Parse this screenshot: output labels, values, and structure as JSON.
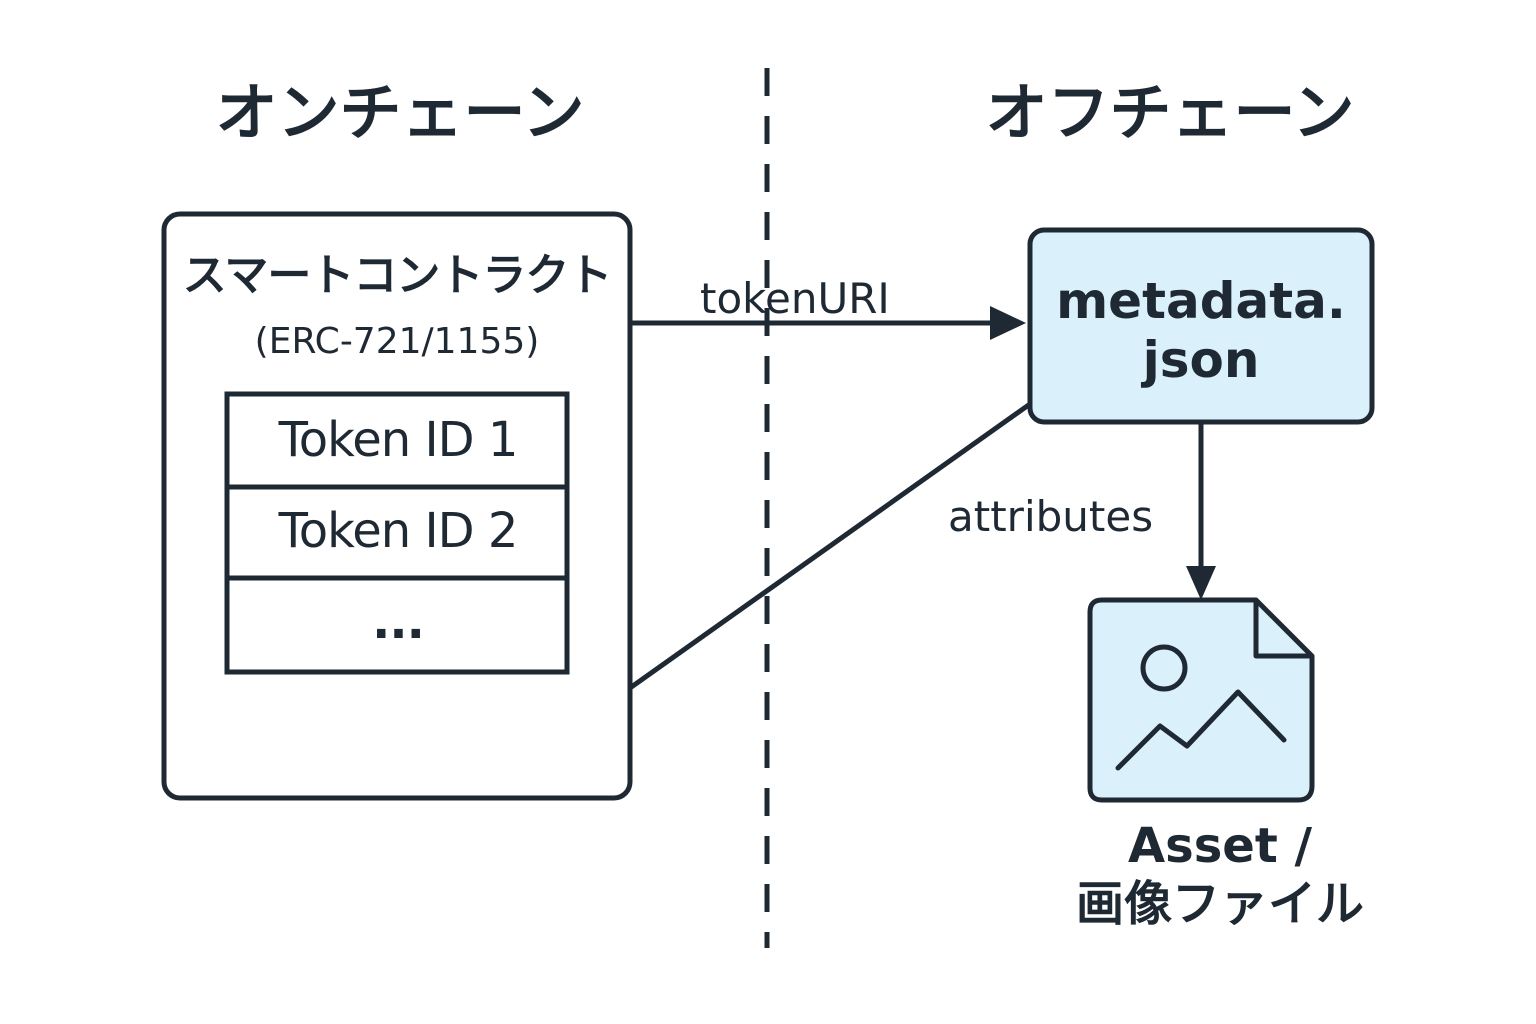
{
  "headings": {
    "onchain": "オンチェーン",
    "offchain": "オフチェーン"
  },
  "contract": {
    "title": "スマートコントラクト",
    "standard": "(ERC-721/1155)",
    "tokens": [
      "Token ID 1",
      "Token ID 2",
      "..."
    ]
  },
  "metadata": {
    "line1": "metadata.",
    "line2": "json"
  },
  "edges": {
    "tokenuri_label": "tokenURI",
    "attributes_label": "attributes"
  },
  "asset": {
    "line1": "Asset /",
    "line2": "画像ファイル"
  },
  "colors": {
    "stroke": "#1f2933",
    "box_fill": "#daf1fb",
    "background": "#ffffff"
  }
}
